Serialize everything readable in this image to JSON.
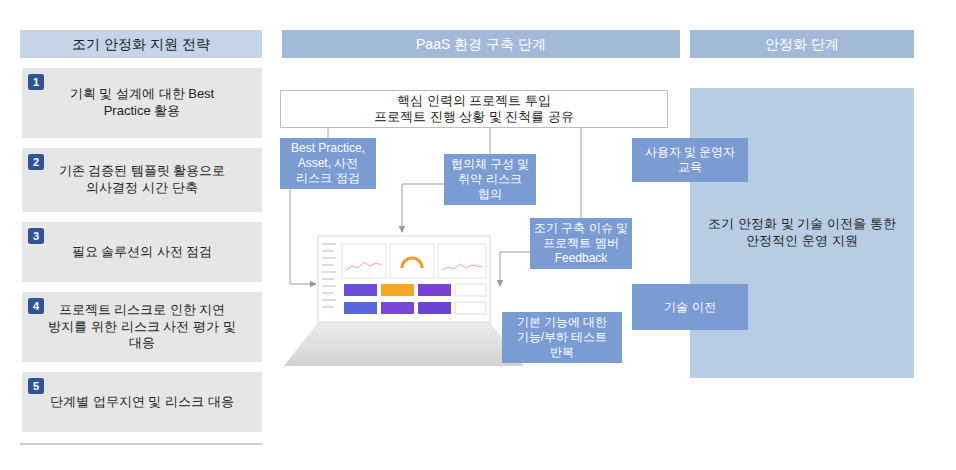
{
  "diagram": {
    "nodes": [
      {
        "text": [
          "조기 안정화 지원 전략"
        ]
      },
      {
        "text": [
          "1",
          "기획 및 설계에 대한 Best Practice 활용"
        ]
      },
      {
        "text": [
          "2",
          "기존 검증된 템플릿 활용으로 의사결정 시간 단축"
        ]
      },
      {
        "text": [
          "3",
          "필요 솔루션의 사전 점검"
        ]
      },
      {
        "text": [
          "4",
          "프로젝트 리스크로 인한 지연 방지를 위한 리스크 사전 평가 및 대응"
        ]
      },
      {
        "text": [
          "5",
          "단계별 업무지연 및 리스크 대응"
        ]
      },
      {
        "text": [
          "PaaS 환경 구축 단계"
        ]
      },
      {
        "text": [
          "안정화 단계"
        ]
      },
      {
        "text": [
          "핵심 인력의 프로젝트 투입",
          "프로젝트 진행 상황 및 진척률 공유"
        ]
      },
      {
        "text": [
          "Best Practice, Asset, 사전 리스크 점검"
        ]
      },
      {
        "text": [
          "협의체 구성 및 취약 리스크 협의"
        ]
      },
      {
        "text": [
          "조기 구축 이슈 및 프로젝트 멤버 Feedback"
        ]
      },
      {
        "text": [
          "기본 기능에 대한 기능/부하 테스트 반복"
        ]
      },
      {
        "text": [
          "조기 안정화 및 기술 이전을 통한 안정적인 운영 지원"
        ]
      },
      {
        "text": [
          "사용자 및 운영자 교육"
        ]
      },
      {
        "text": [
          "기술 이전"
        ]
      }
    ],
    "edges": [
      {
        "from": 8,
        "to": 9,
        "arrow": "none"
      },
      {
        "from": 8,
        "to": 10,
        "arrow": "none"
      },
      {
        "from": 8,
        "to": 11,
        "arrow": "none"
      }
    ]
  }
}
